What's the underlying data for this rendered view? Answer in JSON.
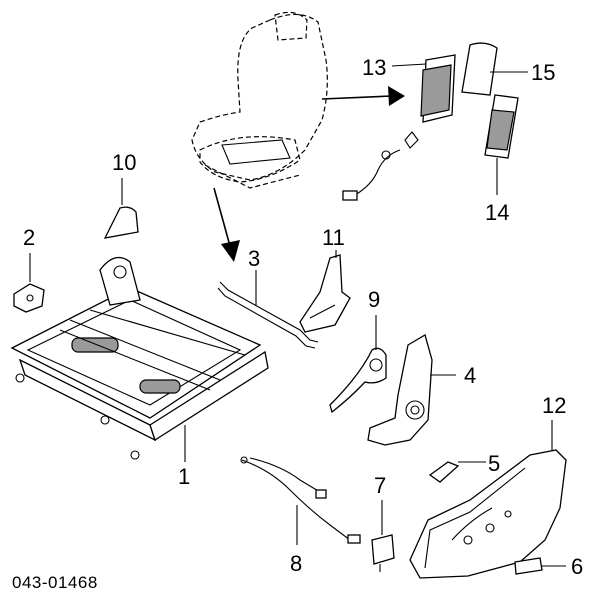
{
  "callouts": {
    "c1": "1",
    "c2": "2",
    "c3": "3",
    "c4": "4",
    "c5": "5",
    "c6": "6",
    "c7": "7",
    "c8": "8",
    "c9": "9",
    "c10": "10",
    "c11": "11",
    "c12": "12",
    "c13": "13",
    "c14": "14",
    "c15": "15"
  },
  "figure": {
    "part_number": "043-01468"
  }
}
